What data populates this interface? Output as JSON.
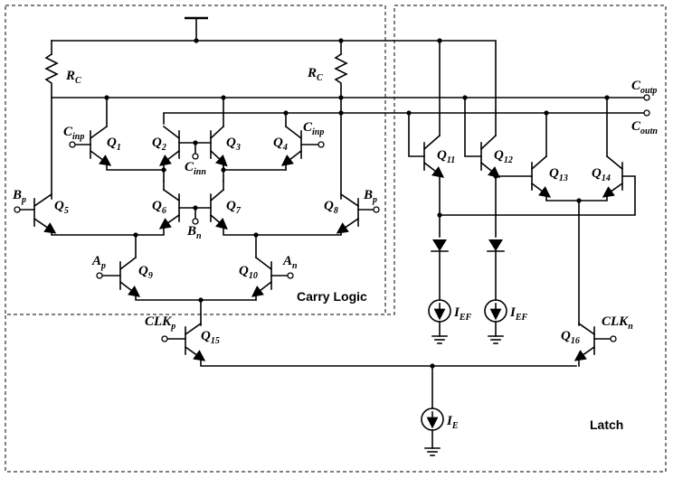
{
  "blocks": {
    "carry": "Carry Logic",
    "latch": "Latch"
  },
  "resistors": [
    {
      "main": "R",
      "sub": "C"
    },
    {
      "main": "R",
      "sub": "C"
    }
  ],
  "outputs": {
    "coutp": {
      "main": "C",
      "sub": "outp"
    },
    "coutn": {
      "main": "C",
      "sub": "outn"
    }
  },
  "inputs": {
    "cinp_left": {
      "main": "C",
      "sub": "inp"
    },
    "cinp_right": {
      "main": "C",
      "sub": "inp"
    },
    "cinn": {
      "main": "C",
      "sub": "inn"
    },
    "bp_left": {
      "main": "B",
      "sub": "p"
    },
    "bp_right": {
      "main": "B",
      "sub": "p"
    },
    "bn": {
      "main": "B",
      "sub": "n"
    },
    "ap": {
      "main": "A",
      "sub": "p"
    },
    "an": {
      "main": "A",
      "sub": "n"
    },
    "clkp": {
      "main": "CLK",
      "sub": "p"
    },
    "clkn": {
      "main": "CLK",
      "sub": "n"
    }
  },
  "transistors": [
    {
      "main": "Q",
      "sub": "1"
    },
    {
      "main": "Q",
      "sub": "2"
    },
    {
      "main": "Q",
      "sub": "3"
    },
    {
      "main": "Q",
      "sub": "4"
    },
    {
      "main": "Q",
      "sub": "5"
    },
    {
      "main": "Q",
      "sub": "6"
    },
    {
      "main": "Q",
      "sub": "7"
    },
    {
      "main": "Q",
      "sub": "8"
    },
    {
      "main": "Q",
      "sub": "9"
    },
    {
      "main": "Q",
      "sub": "10"
    },
    {
      "main": "Q",
      "sub": "11"
    },
    {
      "main": "Q",
      "sub": "12"
    },
    {
      "main": "Q",
      "sub": "13"
    },
    {
      "main": "Q",
      "sub": "14"
    },
    {
      "main": "Q",
      "sub": "15"
    },
    {
      "main": "Q",
      "sub": "16"
    }
  ],
  "sources": [
    {
      "main": "I",
      "sub": "EF"
    },
    {
      "main": "I",
      "sub": "EF"
    },
    {
      "main": "I",
      "sub": "E"
    }
  ]
}
